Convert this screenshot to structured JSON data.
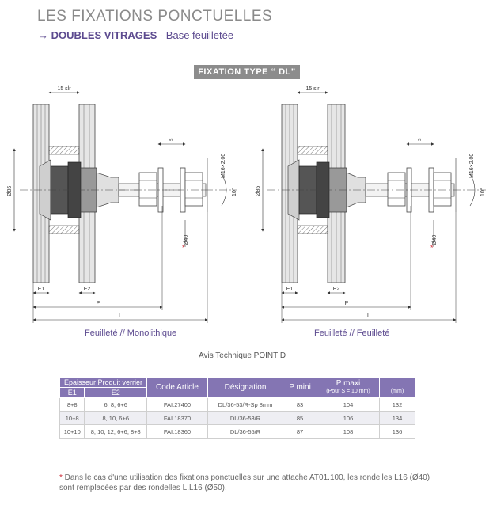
{
  "header": {
    "title": "LES FIXATIONS PONCTUELLES",
    "subtitle_arrow": "→",
    "subtitle_bold": "DOUBLES VITRAGES",
    "subtitle_rest": " - Base feuilletée"
  },
  "badge": {
    "label": "FIXATION TYPE “ DL”"
  },
  "drawings": {
    "left": {
      "dim_top": "15 slr",
      "dim_s": "s",
      "dim_phi85": "Ø85",
      "dim_m16": "M16×2.00",
      "dim_10deg": "10°",
      "dim_phi40": "Ø40",
      "dim_star": "*",
      "dim_e1": "E1",
      "dim_e2": "E2",
      "dim_p": "P",
      "dim_l": "L",
      "caption": "Feuilleté // Monolithique"
    },
    "right": {
      "dim_top": "15 slr",
      "dim_s": "s",
      "dim_phi85": "Ø85",
      "dim_m16": "M16×2.00",
      "dim_10deg": "10°",
      "dim_phi40": "Ø40",
      "dim_star": "*",
      "dim_e1": "E1",
      "dim_e2": "E2",
      "dim_p": "P",
      "dim_l": "L",
      "caption": "Feuilleté // Feuilleté"
    }
  },
  "avis": "Avis Technique POINT D",
  "table": {
    "headers": {
      "epaisseur": "Epaisseur Produit verrier",
      "e1": "E1",
      "e2": "E2",
      "code": "Code Article",
      "designation": "Désignation",
      "pmini": "P mini",
      "pmaxi": "P maxi",
      "pmaxi_sub": "(Pour S = 10 mm)",
      "l": "L",
      "l_unit": "(mm)"
    },
    "rows": [
      {
        "e1": "8+8",
        "e2": "6, 8, 6+6",
        "code": "FAI.27400",
        "designation": "DL/36-53/R-Sp 8mm",
        "pmini": "83",
        "pmaxi": "104",
        "l": "132"
      },
      {
        "e1": "10+8",
        "e2": "8, 10, 6+6",
        "code": "FAI.18370",
        "designation": "DL/36-53/R",
        "pmini": "85",
        "pmaxi": "106",
        "l": "134"
      },
      {
        "e1": "10+10",
        "e2": "8, 10, 12, 6+6, 8+8",
        "code": "FAI.18360",
        "designation": "DL/36-55/R",
        "pmini": "87",
        "pmaxi": "108",
        "l": "136"
      }
    ]
  },
  "note": {
    "star": "*",
    "text": " Dans le cas d'une utilisation des fixations ponctuelles sur une attache AT01.100, les rondelles L16 (Ø40) sont remplacées par des rondelles L.L16 (Ø50)."
  },
  "colors": {
    "accent": "#5c4a8f",
    "table_header": "#8475b3",
    "badge": "#8c8c8c",
    "star": "#cc2a36"
  }
}
